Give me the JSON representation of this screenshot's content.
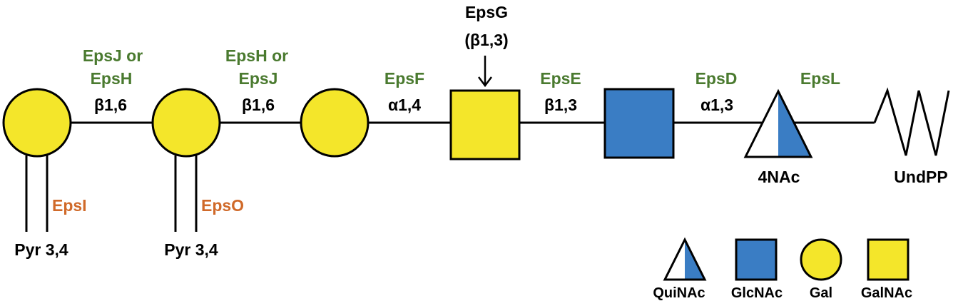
{
  "colors": {
    "gal_fill": "#f4e62a",
    "glcnac_fill": "#3a7dc4",
    "enzyme_green": "#4a7a2f",
    "enzyme_orange": "#d06a2a",
    "line": "#000000"
  },
  "links": [
    {
      "enzyme": [
        "EpsJ or",
        "EpsH"
      ],
      "bond": "β1,6"
    },
    {
      "enzyme": [
        "EpsH or",
        "EpsJ"
      ],
      "bond": "β1,6"
    },
    {
      "enzyme": [
        "EpsF"
      ],
      "bond": "α1,4"
    },
    {
      "enzyme": [
        "EpsE"
      ],
      "bond": "β1,3"
    },
    {
      "enzyme": [
        "EpsD"
      ],
      "bond": "α1,3"
    }
  ],
  "epsg": {
    "name": "EpsG",
    "bond": "(β1,3)"
  },
  "epsl": "EpsL",
  "pyruvate": [
    {
      "enzyme": "EpsI",
      "label": "Pyr 3,4"
    },
    {
      "enzyme": "EpsO",
      "label": "Pyr 3,4"
    }
  ],
  "quinac_mod": "4NAc",
  "lipid": "UndPP",
  "legend": [
    {
      "label": "QuiNAc",
      "icon": "half-triangle-icon"
    },
    {
      "label": "GlcNAc",
      "icon": "blue-square-icon"
    },
    {
      "label": "Gal",
      "icon": "yellow-circle-icon"
    },
    {
      "label": "GalNAc",
      "icon": "yellow-square-icon"
    }
  ]
}
